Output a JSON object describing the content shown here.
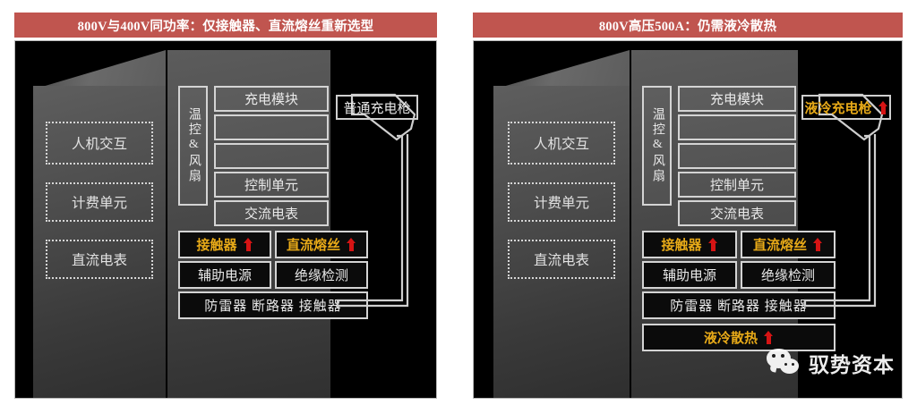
{
  "panels": [
    {
      "id": "left",
      "title": "800V与400V同功率：仅接触器、直流熔丝重新选型",
      "left_column": [
        {
          "label": "人机交互"
        },
        {
          "label": "计费单元"
        },
        {
          "label": "直流电表"
        }
      ],
      "side_module": {
        "label": "温控&风扇",
        "chars": "温控&风扇"
      },
      "stack": [
        {
          "label": "充电模块",
          "style": "solid"
        },
        {
          "label": "",
          "style": "solid"
        },
        {
          "label": "",
          "style": "solid"
        },
        {
          "label": "控制单元",
          "style": "solid"
        },
        {
          "label": "交流电表",
          "style": "solid"
        }
      ],
      "bottom_pairs": [
        {
          "label": "接触器",
          "style": "dark",
          "highlight": true,
          "arrow": true
        },
        {
          "label": "直流熔丝",
          "style": "dark",
          "highlight": true,
          "arrow": true
        },
        {
          "label": "辅助电源",
          "style": "dark",
          "highlight": false,
          "arrow": false
        },
        {
          "label": "绝缘检测",
          "style": "dark",
          "highlight": false,
          "arrow": false
        }
      ],
      "bottom_wide": [
        {
          "label": "防雷器 断路器 接触器",
          "highlight": false,
          "arrow": false
        }
      ],
      "gun": {
        "label": "普通充电枪",
        "highlight": false,
        "arrow": false
      }
    },
    {
      "id": "right",
      "title": "800V高压500A：仍需液冷散热",
      "left_column": [
        {
          "label": "人机交互"
        },
        {
          "label": "计费单元"
        },
        {
          "label": "直流电表"
        }
      ],
      "side_module": {
        "label": "温控&风扇",
        "chars": "温控&风扇"
      },
      "stack": [
        {
          "label": "充电模块",
          "style": "solid"
        },
        {
          "label": "",
          "style": "solid"
        },
        {
          "label": "",
          "style": "solid"
        },
        {
          "label": "控制单元",
          "style": "solid"
        },
        {
          "label": "交流电表",
          "style": "solid"
        }
      ],
      "bottom_pairs": [
        {
          "label": "接触器",
          "style": "dark",
          "highlight": true,
          "arrow": true
        },
        {
          "label": "直流熔丝",
          "style": "dark",
          "highlight": true,
          "arrow": true
        },
        {
          "label": "辅助电源",
          "style": "dark",
          "highlight": false,
          "arrow": false
        },
        {
          "label": "绝缘检测",
          "style": "dark",
          "highlight": false,
          "arrow": false
        }
      ],
      "bottom_wide": [
        {
          "label": "防雷器 断路器 接触器",
          "highlight": false,
          "arrow": false
        },
        {
          "label": "液冷散热",
          "highlight": true,
          "arrow": true
        }
      ],
      "gun": {
        "label": "液冷充电枪",
        "highlight": true,
        "arrow": true
      }
    }
  ],
  "watermark": {
    "text": "驭势资本",
    "icon": "wechat-icon"
  },
  "colors": {
    "title_bar": "#c0554f",
    "board_bg": "#000000",
    "highlight_text": "#e8aa18",
    "arrow": "#d61414",
    "box_border": "#d4d4d4"
  }
}
